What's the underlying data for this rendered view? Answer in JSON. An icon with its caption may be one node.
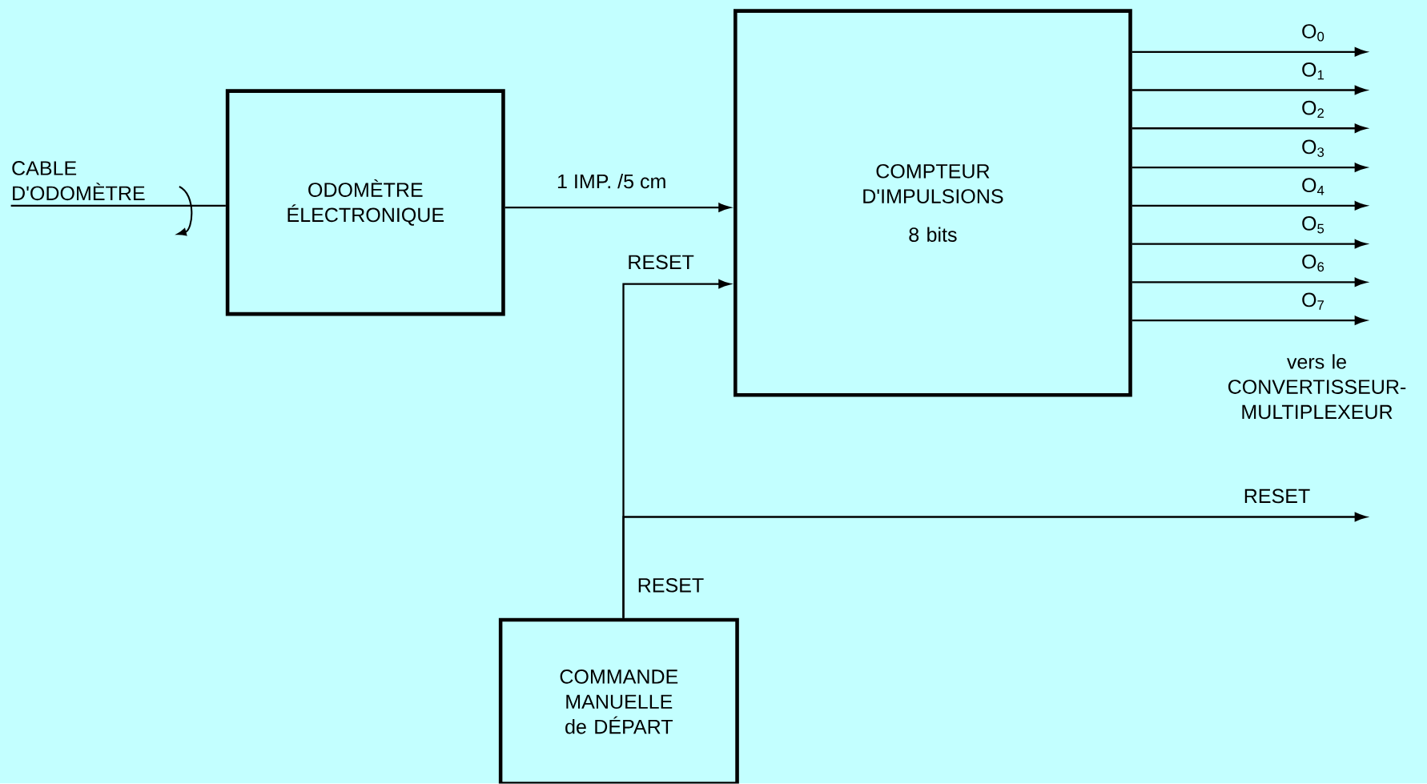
{
  "diagram": {
    "nodes": [
      {
        "text": [
          "ODOMÈTRE ÉLECTRONIQUE"
        ]
      },
      {
        "text": [
          "COMPTEUR D'IMPULSIONS",
          "8 bits"
        ]
      },
      {
        "text": [
          "COMMANDE MANUELLE de DÉPART"
        ]
      },
      {
        "text": [
          "CABLE D'ODOMÈTRE"
        ]
      }
    ],
    "edges": [
      {
        "from": 3,
        "to": 0,
        "arrow": "none"
      },
      {
        "from": 0,
        "to": 1,
        "arrow": "to",
        "label": "1 IMP. /5 cm"
      },
      {
        "from": 2,
        "to": 1,
        "arrow": "to",
        "label": "RESET"
      },
      {
        "from": 1,
        "to": null,
        "arrow": "to",
        "label": "O$_{0}$"
      },
      {
        "from": 1,
        "to": null,
        "arrow": "to",
        "label": "O$_{1}$"
      },
      {
        "from": 1,
        "to": null,
        "arrow": "to",
        "label": "O$_{2}$"
      },
      {
        "from": 1,
        "to": null,
        "arrow": "to",
        "label": "O$_{3}$"
      },
      {
        "from": 1,
        "to": null,
        "arrow": "to",
        "label": "O$_{4}$"
      },
      {
        "from": 1,
        "to": null,
        "arrow": "to",
        "label": "O$_{5}$"
      },
      {
        "from": 1,
        "to": null,
        "arrow": "to",
        "label": "O$_{6}$"
      },
      {
        "from": 1,
        "to": null,
        "arrow": "to",
        "label": "O$_{7}$"
      },
      {
        "from": 2,
        "to": null,
        "arrow": "to",
        "label": "RESET"
      }
    ],
    "labels": [
      "vers le CONVERTISSEUR-MULTIPLEXEUR",
      "RESET"
    ]
  }
}
